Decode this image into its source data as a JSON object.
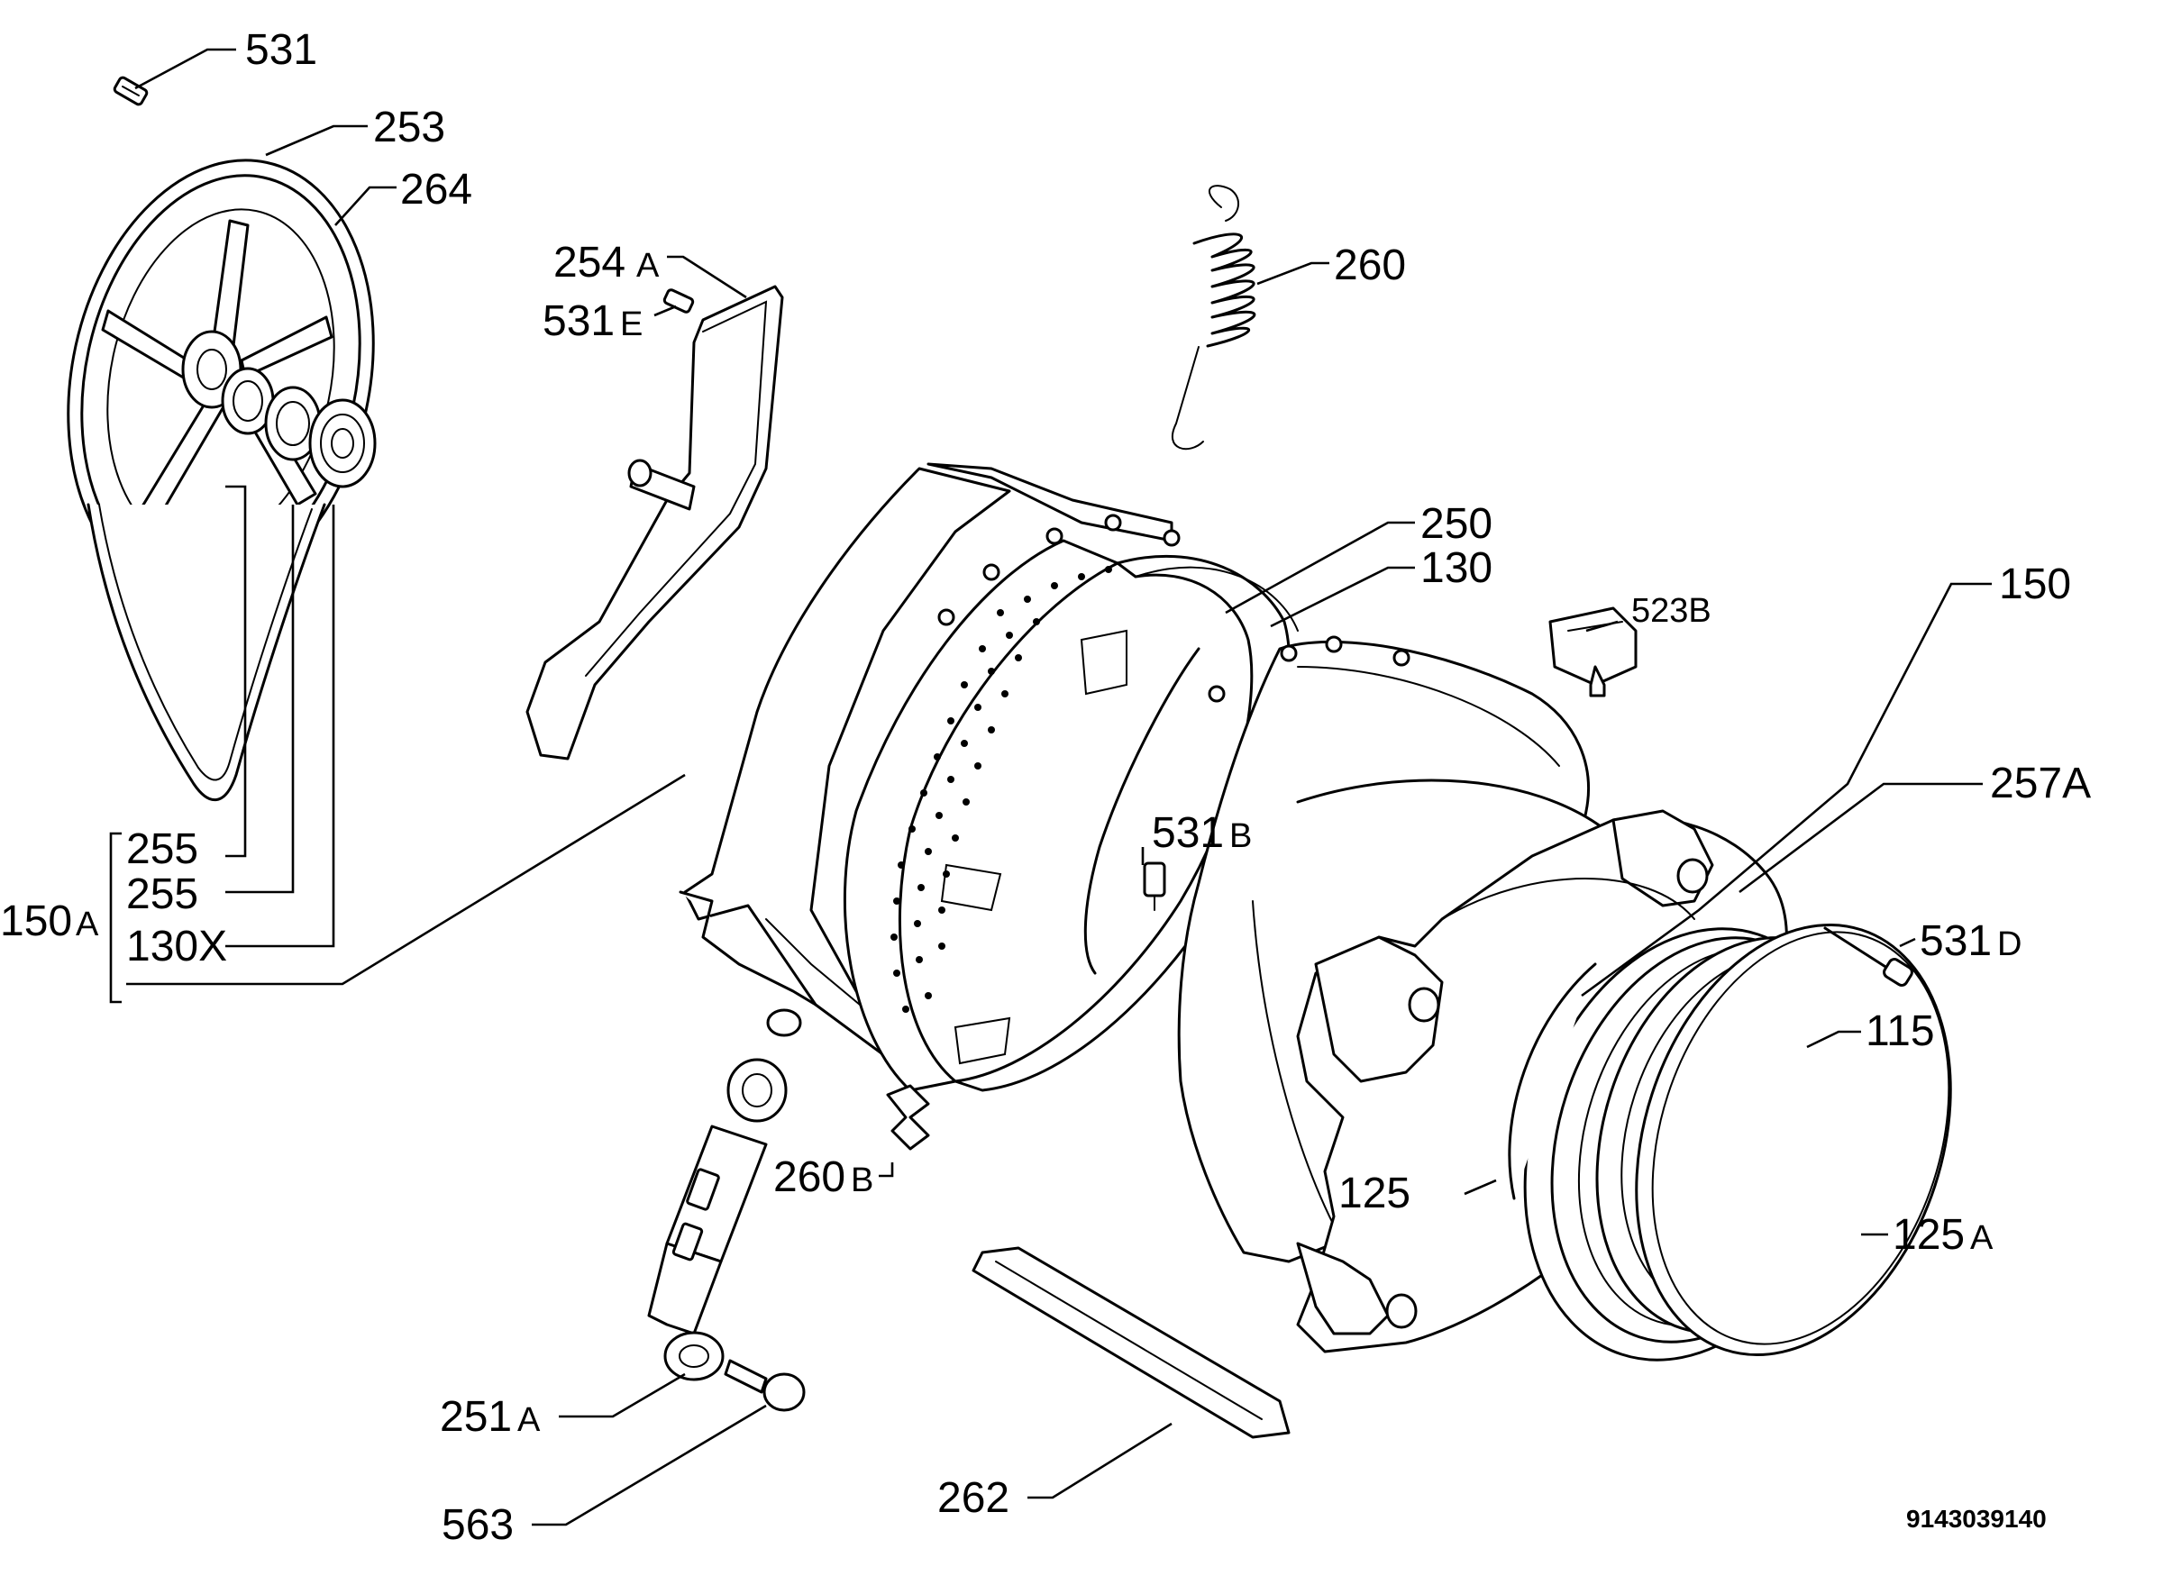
{
  "labels": {
    "l531": "531",
    "l253": "253",
    "l264": "264",
    "l254a_num": "254",
    "l254a_suf": "A",
    "l531e_num": "531",
    "l531e_suf": "E",
    "l260": "260",
    "l250": "250",
    "l130": "130",
    "l150": "150",
    "l523b": "523B",
    "l257a": "257A",
    "l531b_num": "531",
    "l531b_suf": "B",
    "l531d_num": "531",
    "l531d_suf": "D",
    "l115": "115",
    "l125": "125",
    "l125a_num": "125",
    "l125a_suf": "A",
    "l260b_num": "260",
    "l260b_suf": "B",
    "l251a_num": "251",
    "l251a_suf": "A",
    "l563": "563",
    "l262": "262",
    "l255a": "255",
    "l255b": "255",
    "l130x": "130X",
    "l150a_num": "150",
    "l150a_suf": "A"
  },
  "document_number": "9143039140"
}
